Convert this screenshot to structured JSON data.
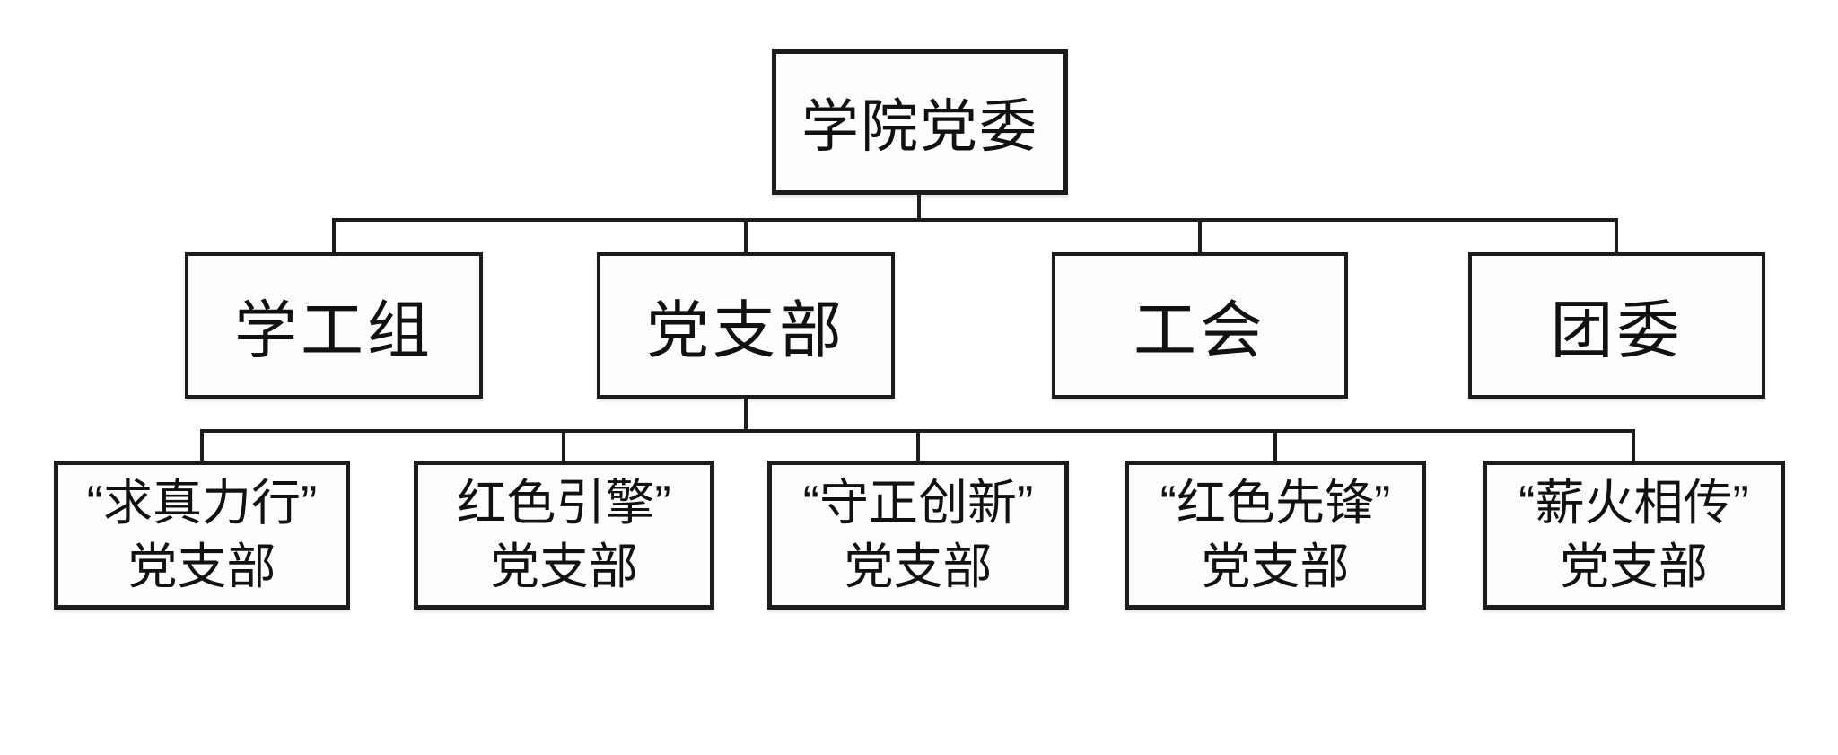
{
  "page": {
    "background_color": "#ffffff",
    "line_color": "#1c1c1c",
    "text_color": "#111111"
  },
  "org_chart": {
    "root": {
      "label": "学院党委"
    },
    "departments": [
      {
        "label": "学工组"
      },
      {
        "label": "党支部"
      },
      {
        "label": "工会"
      },
      {
        "label": "团委"
      }
    ],
    "party_branches": [
      {
        "line1": "“求真力行”",
        "line2": "党支部"
      },
      {
        "line1": "红色引擎”",
        "line2": "党支部"
      },
      {
        "line1": "“守正创新”",
        "line2": "党支部"
      },
      {
        "line1": "“红色先锋”",
        "line2": "党支部"
      },
      {
        "line1": "“薪火相传”",
        "line2": "党支部"
      }
    ]
  }
}
